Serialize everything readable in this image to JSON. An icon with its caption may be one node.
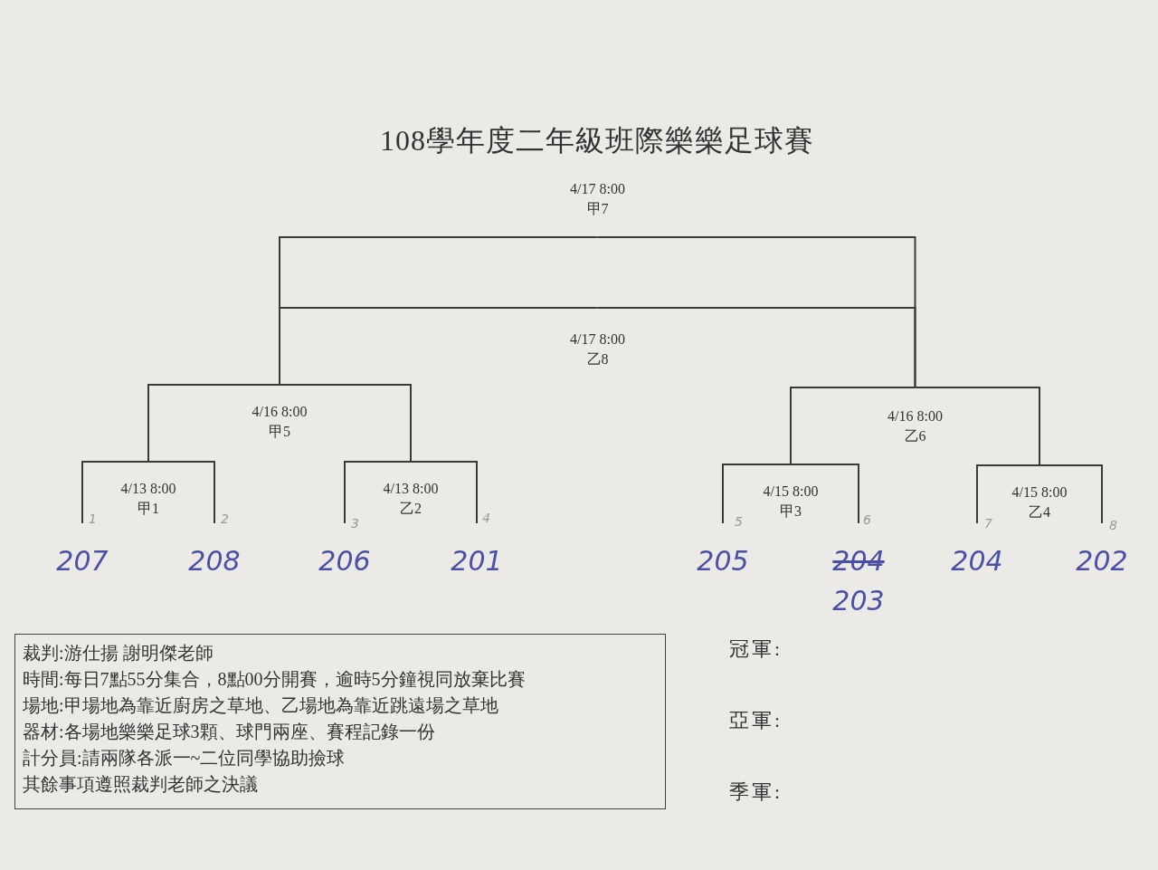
{
  "diagram": {
    "title": "108學年度二年級班際樂樂足球賽",
    "nodes": [
      {
        "text": [
          "4/17 8:00",
          "甲7"
        ]
      },
      {
        "text": [
          "4/17 8:00",
          "乙8"
        ]
      },
      {
        "text": [
          "4/16 8:00",
          "甲5"
        ]
      },
      {
        "text": [
          "4/16 8:00",
          "乙6"
        ]
      },
      {
        "text": [
          "4/13 8:00",
          "甲1"
        ]
      },
      {
        "text": [
          "4/13 8:00",
          "乙2"
        ]
      },
      {
        "text": [
          "4/15 8:00",
          "甲3"
        ]
      },
      {
        "text": [
          "4/15 8:00",
          "乙4"
        ]
      },
      {
        "text": [
          "207"
        ],
        "beside": [
          "1"
        ]
      },
      {
        "text": [
          "208"
        ],
        "beside": [
          "2"
        ]
      },
      {
        "text": [
          "206"
        ],
        "beside": [
          "3"
        ]
      },
      {
        "text": [
          "201"
        ],
        "beside": [
          "4"
        ]
      },
      {
        "text": [
          "205"
        ],
        "beside": [
          "5"
        ]
      },
      {
        "text": [
          "204",
          "203"
        ],
        "beside": [
          "6"
        ]
      },
      {
        "text": [
          "204"
        ],
        "beside": [
          "7"
        ]
      },
      {
        "text": [
          "202"
        ],
        "beside": [
          "8"
        ]
      },
      {
        "text": [
          "裁判:游仕揚 謝明傑老師",
          "時間:每日7點55分集合，8點00分開賽，逾時5分鐘視同放棄比賽",
          "場地:甲場地為靠近廚房之草地、乙場地為靠近跳遠場之草地",
          "器材:各場地樂樂足球3顆、球門兩座、賽程記錄一份",
          "計分員:請兩隊各派一~二位同學協助撿球",
          "其餘事項遵照裁判老師之決議"
        ]
      }
    ],
    "edges": [
      {
        "from": 8,
        "to": 4,
        "arrow": "none"
      },
      {
        "from": 9,
        "to": 4,
        "arrow": "none"
      },
      {
        "from": 10,
        "to": 5,
        "arrow": "none"
      },
      {
        "from": 11,
        "to": 5,
        "arrow": "none"
      },
      {
        "from": 12,
        "to": 6,
        "arrow": "none"
      },
      {
        "from": 13,
        "to": 6,
        "arrow": "none"
      },
      {
        "from": 14,
        "to": 7,
        "arrow": "none"
      },
      {
        "from": 15,
        "to": 7,
        "arrow": "none"
      },
      {
        "from": 4,
        "to": 2,
        "arrow": "none"
      },
      {
        "from": 5,
        "to": 2,
        "arrow": "none"
      },
      {
        "from": 6,
        "to": 3,
        "arrow": "none"
      },
      {
        "from": 7,
        "to": 3,
        "arrow": "none"
      },
      {
        "from": 2,
        "to": 0,
        "arrow": "none"
      },
      {
        "from": 3,
        "to": 0,
        "arrow": "none"
      },
      {
        "from": 2,
        "to": 1,
        "arrow": "none"
      },
      {
        "from": 3,
        "to": 1,
        "arrow": "none"
      }
    ],
    "labels": [
      "冠軍:",
      "亞軍:",
      "季軍:"
    ]
  }
}
